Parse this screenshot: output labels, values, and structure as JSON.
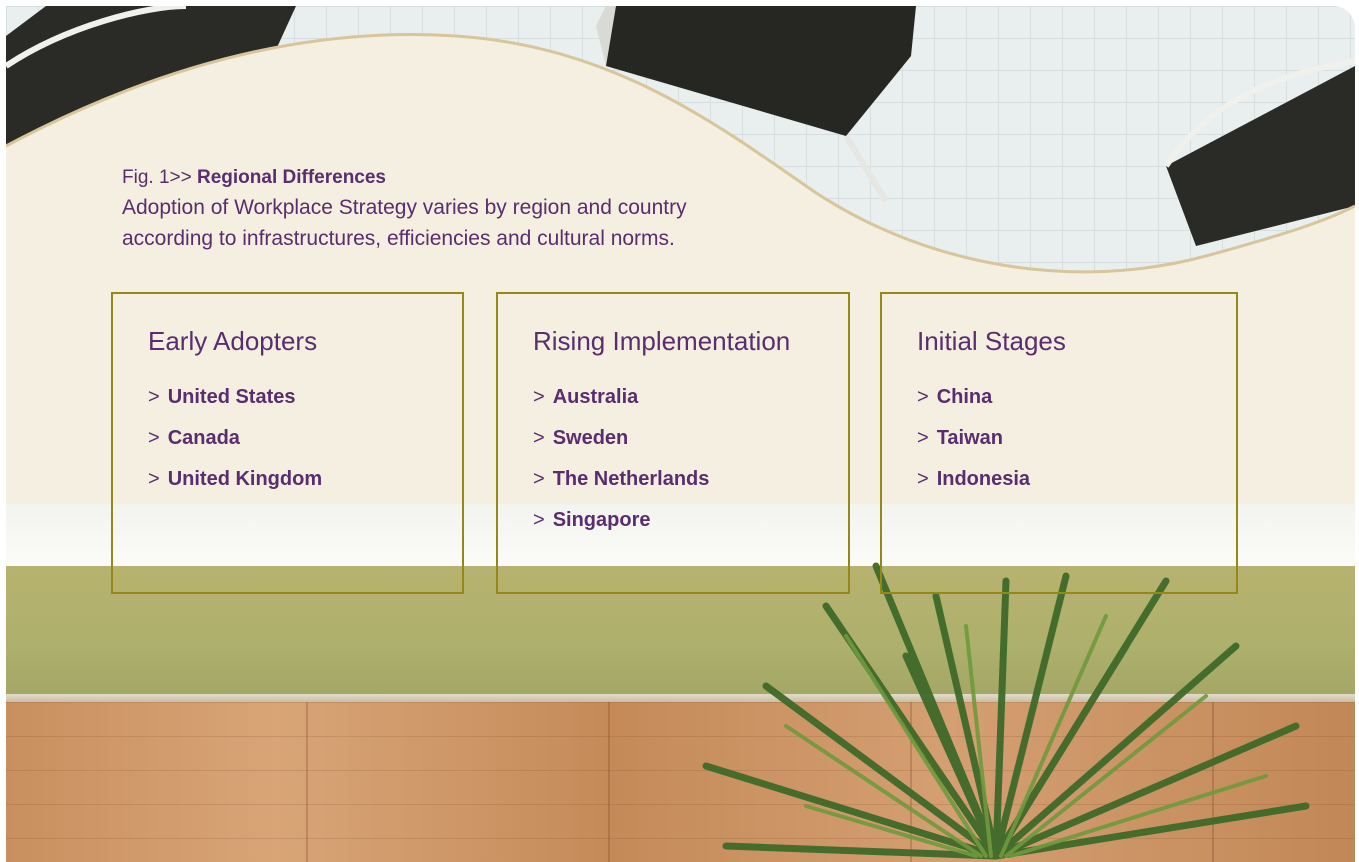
{
  "figure": {
    "label": "Fig. 1>>",
    "title": "Regional Differences",
    "description_line1": "Adoption of Workplace Strategy varies by region and country",
    "description_line2": "according to infrastructures, efficiencies and cultural norms."
  },
  "marker": ">",
  "groups": [
    {
      "title": "Early Adopters",
      "countries": [
        "United States",
        "Canada",
        "United Kingdom"
      ]
    },
    {
      "title": "Rising Implementation",
      "countries": [
        "Australia",
        "Sweden",
        "The Netherlands",
        "Singapore"
      ]
    },
    {
      "title": "Initial Stages",
      "countries": [
        "China",
        "Taiwan",
        "Indonesia"
      ]
    }
  ],
  "colors": {
    "text": "#5a2d6e",
    "box_border": "#958816"
  },
  "images": [
    "chairs-photo",
    "potted-plant-photo",
    "wood-floor-photo"
  ]
}
